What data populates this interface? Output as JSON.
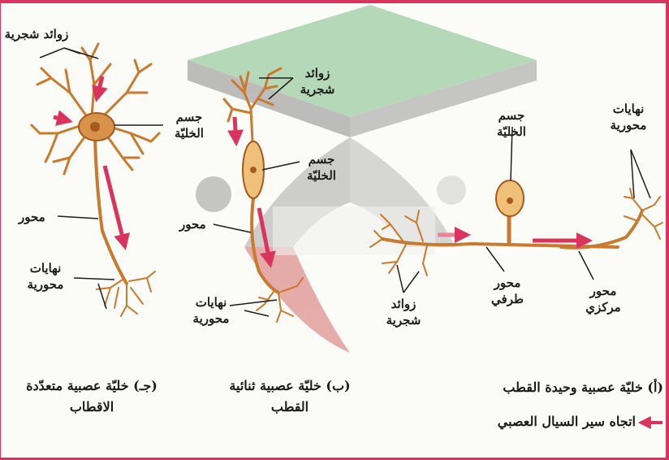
{
  "colors": {
    "frame": "#d9335e",
    "neuron": "#d48a3c",
    "neuron_dark": "#a75a1c",
    "soma": "#eec07a",
    "flow_arrow": "#d9335e",
    "watermark_green": "#7cbf86",
    "watermark_grey": "#9a9a9a",
    "watermark_red": "#c0392b"
  },
  "multipolar": {
    "dendrites": "زوائد شجرية",
    "cell_body": "جسم الخليّة",
    "axon": "محور",
    "axon_terminals": "نهايات محورية",
    "caption_line1": "(جـ) خليّة عصبية متعدّدة",
    "caption_line2": "الاقطاب"
  },
  "bipolar": {
    "dendrites": "زوائد شجرية",
    "cell_body": "جسم الخليّة",
    "axon": "محور",
    "axon_terminals": "نهايات محورية",
    "caption_line1": "(ب) خليّة عصبية ثنائية",
    "caption_line2": "القطب"
  },
  "unipolar": {
    "cell_body": "جسم الخليّة",
    "axon_terminals": "نهايات محورية",
    "dendrites": "زوائد شجرية",
    "peripheral_axon": "محور طرفي",
    "central_axon": "محور مركزي",
    "caption": "(أ) خليّة عصبية وحيدة القطب"
  },
  "legend": {
    "arrow_label": "اتجاه سير السيال العصبي",
    "arrow_icon": "pink-arrow-left"
  }
}
